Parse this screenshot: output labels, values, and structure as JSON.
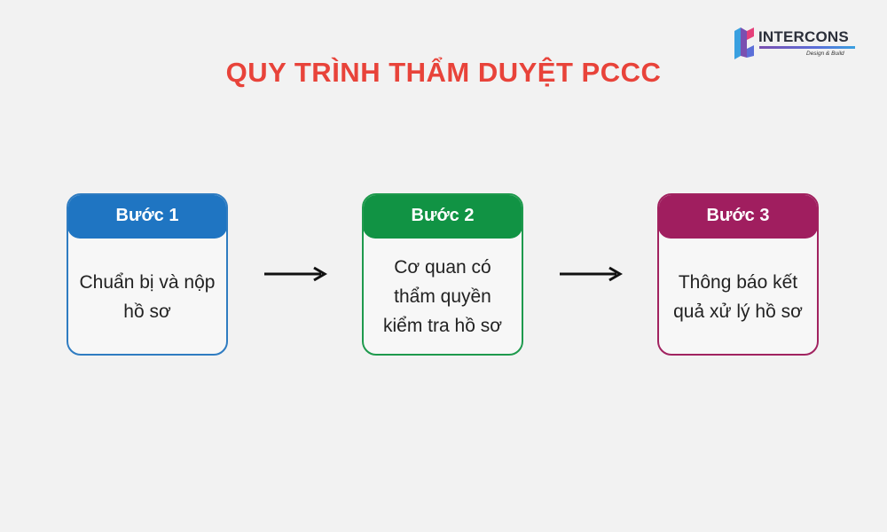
{
  "title": "QUY TRÌNH THẨM DUYỆT PCCC",
  "logo": {
    "name": "INTERCONS",
    "tagline": "Design & Build",
    "colors": [
      "#7a4fb0",
      "#3aa0e0",
      "#e5407a"
    ]
  },
  "steps": [
    {
      "label": "Bước 1",
      "text": "Chuẩn bị và nộp hồ sơ",
      "color": "#1f75c2"
    },
    {
      "label": "Bước 2",
      "text": "Cơ quan có thẩm quyền kiểm tra hồ sơ",
      "color": "#119344"
    },
    {
      "label": "Bước 3",
      "text": "Thông báo kết quả xử lý hồ sơ",
      "color": "#a01e5f"
    }
  ],
  "colors": {
    "background": "#f2f2f2",
    "title": "#e8433a",
    "arrow": "#111111"
  }
}
